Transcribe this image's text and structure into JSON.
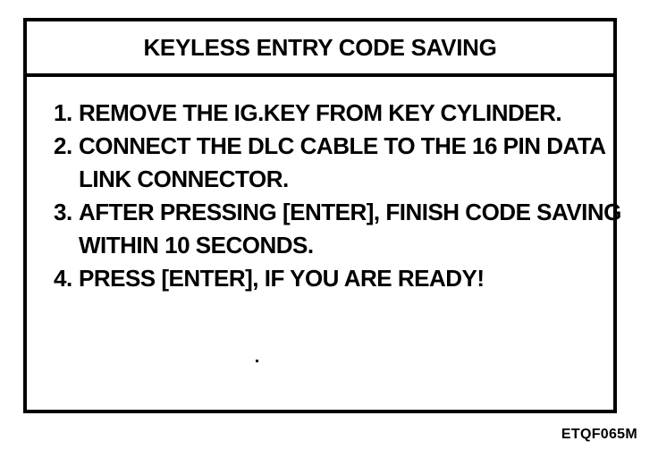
{
  "page": {
    "background": "#ffffff",
    "ink": "#000000"
  },
  "panel": {
    "title": "KEYLESS ENTRY CODE SAVING",
    "instructions": [
      {
        "number": "1.",
        "lines": [
          "REMOVE THE IG.KEY FROM KEY CYLINDER."
        ]
      },
      {
        "number": "2.",
        "lines": [
          "CONNECT THE DLC CABLE TO THE 16 PIN DATA",
          "LINK CONNECTOR."
        ]
      },
      {
        "number": "3.",
        "lines": [
          "AFTER PRESSING [ENTER], FINISH CODE SAVING",
          "WITHIN 10 SECONDS."
        ]
      },
      {
        "number": "4.",
        "lines": [
          "PRESS [ENTER], IF YOU ARE READY!"
        ]
      }
    ]
  },
  "footer": {
    "figure_code": "ETQF065M"
  }
}
